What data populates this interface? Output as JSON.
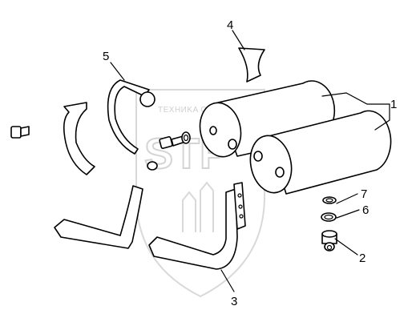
{
  "watermark": {
    "text": "TEXHИKA СПЕЦИАЛИСТ",
    "logo": "STP"
  },
  "callouts": [
    {
      "id": "1",
      "label": "1"
    },
    {
      "id": "2",
      "label": "2"
    },
    {
      "id": "3",
      "label": "3"
    },
    {
      "id": "4",
      "label": "4"
    },
    {
      "id": "5",
      "label": "5"
    },
    {
      "id": "6",
      "label": "6"
    },
    {
      "id": "7",
      "label": "7"
    }
  ]
}
